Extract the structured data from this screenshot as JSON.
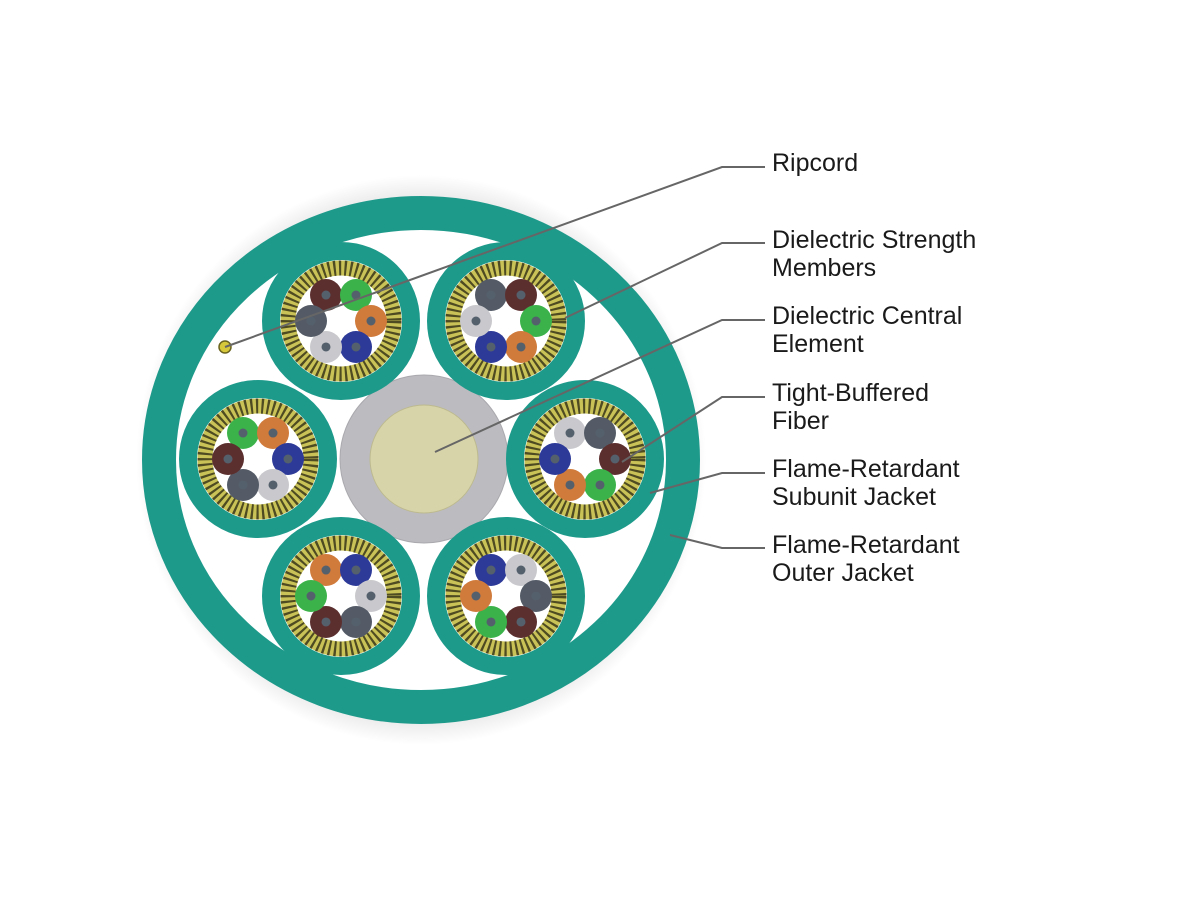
{
  "colors": {
    "teal": "#1e9a8b",
    "brown": "#5c2f2f",
    "green": "#3bb34a",
    "orange": "#d07a3b",
    "blue": "#2d3a98",
    "white": "#c9c9cd",
    "slate": "#545b66",
    "core": "#55606d",
    "central_outer": "#bcbcc0",
    "central_inner": "#d8d4aa",
    "strength": "#c9c256",
    "strength_stripe": "#4e4a22",
    "ripcord": "#d6c83a",
    "leader": "#666666"
  },
  "subunits": [
    {
      "name": "top-left",
      "fibers": [
        "brown",
        "green",
        "orange",
        "blue",
        "white",
        "slate"
      ]
    },
    {
      "name": "top-right",
      "fibers": [
        "slate",
        "brown",
        "green",
        "orange",
        "blue",
        "white"
      ]
    },
    {
      "name": "left",
      "fibers": [
        "green",
        "orange",
        "blue",
        "white",
        "slate",
        "brown"
      ]
    },
    {
      "name": "right",
      "fibers": [
        "white",
        "slate",
        "brown",
        "green",
        "orange",
        "blue"
      ]
    },
    {
      "name": "bottom-left",
      "fibers": [
        "orange",
        "blue",
        "white",
        "slate",
        "brown",
        "green"
      ]
    },
    {
      "name": "bottom-right",
      "fibers": [
        "blue",
        "white",
        "slate",
        "brown",
        "green",
        "orange"
      ]
    }
  ],
  "labels": [
    {
      "id": "ripcord",
      "lines": [
        "Ripcord"
      ]
    },
    {
      "id": "strength-members",
      "lines": [
        "Dielectric Strength",
        "Members"
      ]
    },
    {
      "id": "central-element",
      "lines": [
        "Dielectric Central",
        "Element"
      ]
    },
    {
      "id": "tight-buffered-fiber",
      "lines": [
        "Tight-Buffered",
        "Fiber"
      ]
    },
    {
      "id": "subunit-jacket",
      "lines": [
        "Flame-Retardant",
        "Subunit Jacket"
      ]
    },
    {
      "id": "outer-jacket",
      "lines": [
        "Flame-Retardant",
        "Outer Jacket"
      ]
    }
  ]
}
